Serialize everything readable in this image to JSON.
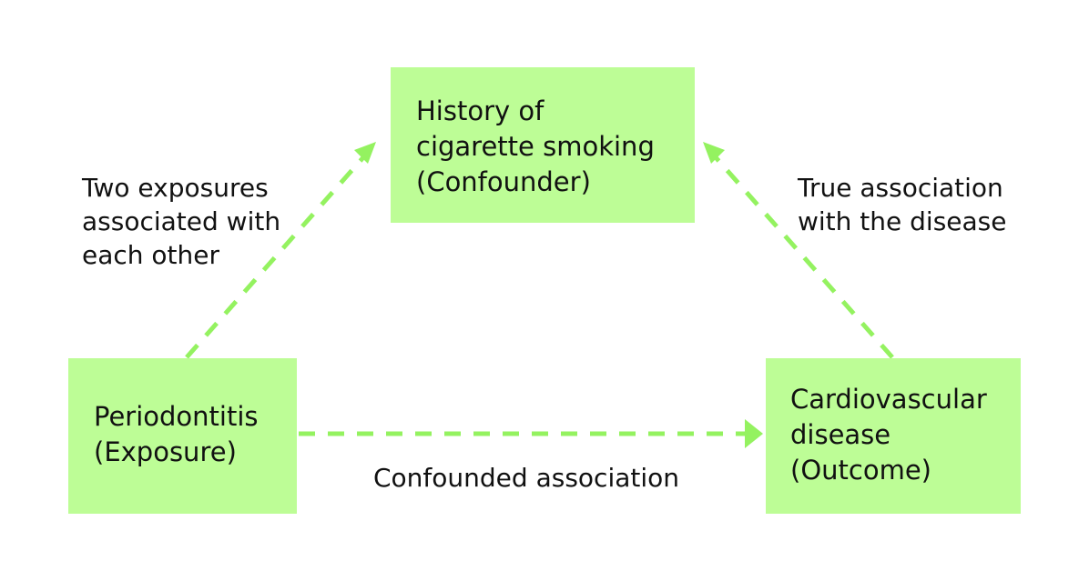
{
  "colors": {
    "box_fill": "#bdfd96",
    "arrow": "#94f260",
    "text": "#111111"
  },
  "nodes": {
    "confounder": {
      "text": "History of\ncigarette smoking\n(Confounder)"
    },
    "exposure": {
      "text": "Periodontitis\n(Exposure)"
    },
    "outcome": {
      "text": "Cardiovascular\ndisease\n(Outcome)"
    }
  },
  "edges": {
    "exposure_confounder": {
      "label": "Two exposures\nassociated with\neach other",
      "style": "dashed",
      "direction": "exposure → confounder"
    },
    "outcome_confounder": {
      "label": "True association\nwith the disease",
      "style": "dashed",
      "direction": "outcome → confounder"
    },
    "exposure_outcome": {
      "label": "Confounded association",
      "style": "dashed",
      "direction": "exposure → outcome"
    }
  }
}
